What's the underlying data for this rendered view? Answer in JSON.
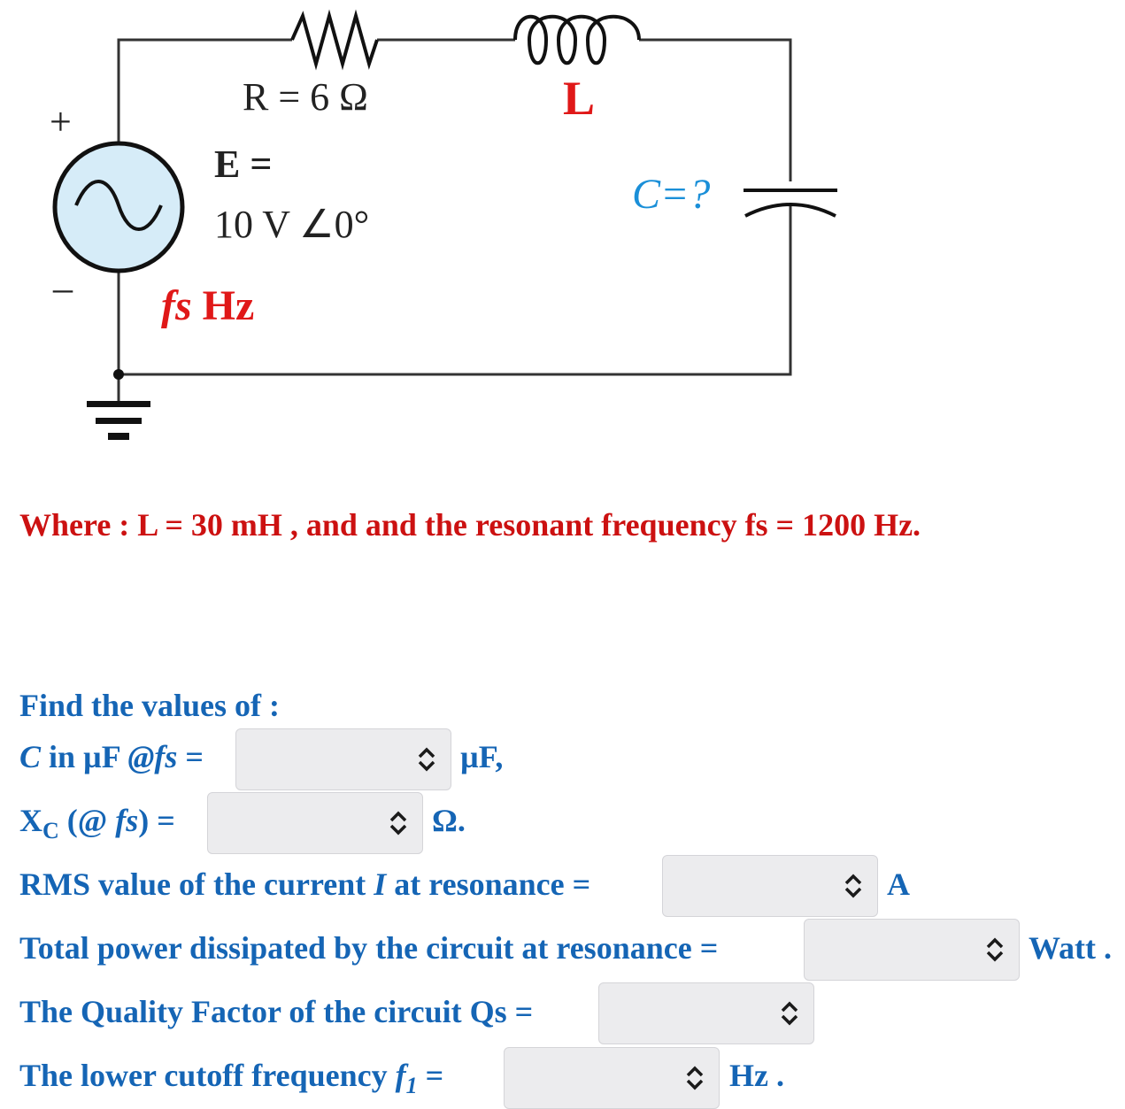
{
  "circuit": {
    "resistor_label": "R = 6 Ω",
    "inductor_label": "L",
    "source_label_line1": "E =",
    "source_label_line2": "10 V ∠0°",
    "freq_symbol": "fs",
    "freq_unit": "Hz",
    "capacitor_label": "C=?",
    "plus_sign": "+",
    "minus_sign": "–"
  },
  "given": "Where : L = 30 mH , and and the resonant frequency fs = 1200 Hz.",
  "questions": {
    "heading": "Find the values of :",
    "q1": {
      "pre_italic": "C",
      "pre": " in µF ",
      "pre_italic2": "@fs",
      "eq": " =",
      "unit": "µF,"
    },
    "q2": {
      "pre": "X",
      "sub": "C",
      "mid": " (@ ",
      "mid_italic": "fs",
      "post": ") =",
      "unit": "Ω."
    },
    "q3": {
      "pre": "RMS value of the current ",
      "italic": "I",
      "post": " at resonance =",
      "unit": "A"
    },
    "q4": {
      "text": "Total power dissipated by the circuit at resonance =",
      "unit": "Watt ."
    },
    "q5": {
      "text": "The Quality Factor of the circuit Qs =",
      "unit": ""
    },
    "q6": {
      "pre": "The lower cutoff frequency ",
      "italic": "f",
      "sub": "1",
      "post": " =",
      "unit": "Hz ."
    }
  },
  "colors": {
    "red": "#e01818",
    "blue_question": "#1565b5",
    "blue_capacitor": "#1a8fd8",
    "source_fill": "#d6ecf8"
  }
}
